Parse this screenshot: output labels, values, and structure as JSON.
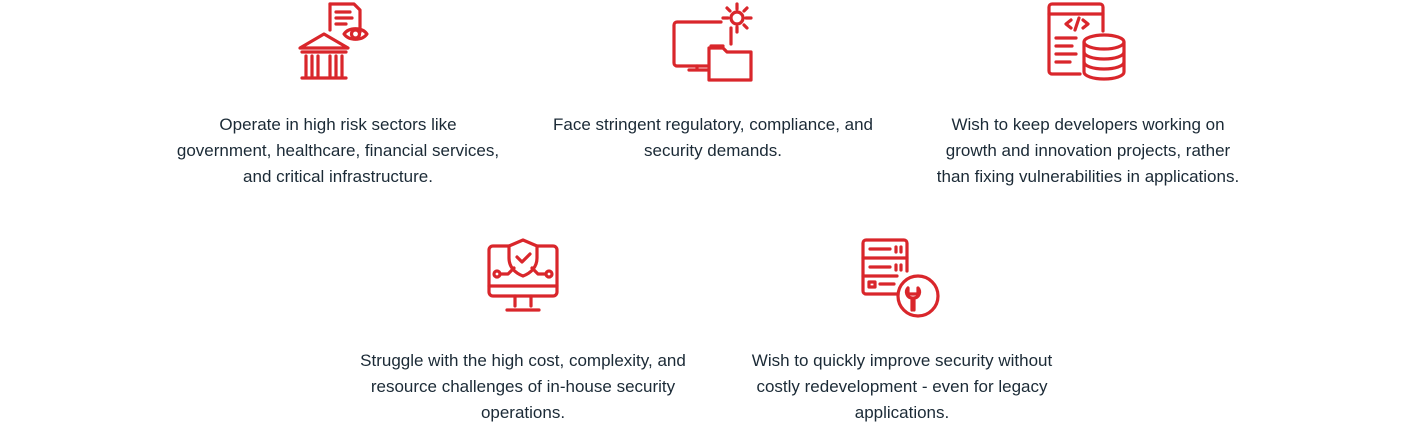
{
  "accent_color": "#d9262b",
  "text_color": "#1b2a36",
  "cards": [
    {
      "icon": "government-building-eye-icon",
      "lines": [
        "Operate in high risk sectors like",
        "government, healthcare, financial services,",
        "and critical infrastructure."
      ]
    },
    {
      "icon": "monitor-gear-folder-icon",
      "lines": [
        "Face stringent regulatory, compliance, and",
        "security demands."
      ]
    },
    {
      "icon": "code-database-icon",
      "lines": [
        "Wish to keep developers working on",
        "growth and innovation projects, rather",
        "than fixing vulnerabilities in applications."
      ]
    },
    {
      "icon": "monitor-shield-icon",
      "lines": [
        "Struggle with the high cost, complexity, and",
        "resource challenges of in-house security",
        "operations."
      ]
    },
    {
      "icon": "server-wrench-icon",
      "lines": [
        "Wish to quickly improve security without",
        "costly redevelopment - even for legacy",
        "applications."
      ]
    }
  ]
}
